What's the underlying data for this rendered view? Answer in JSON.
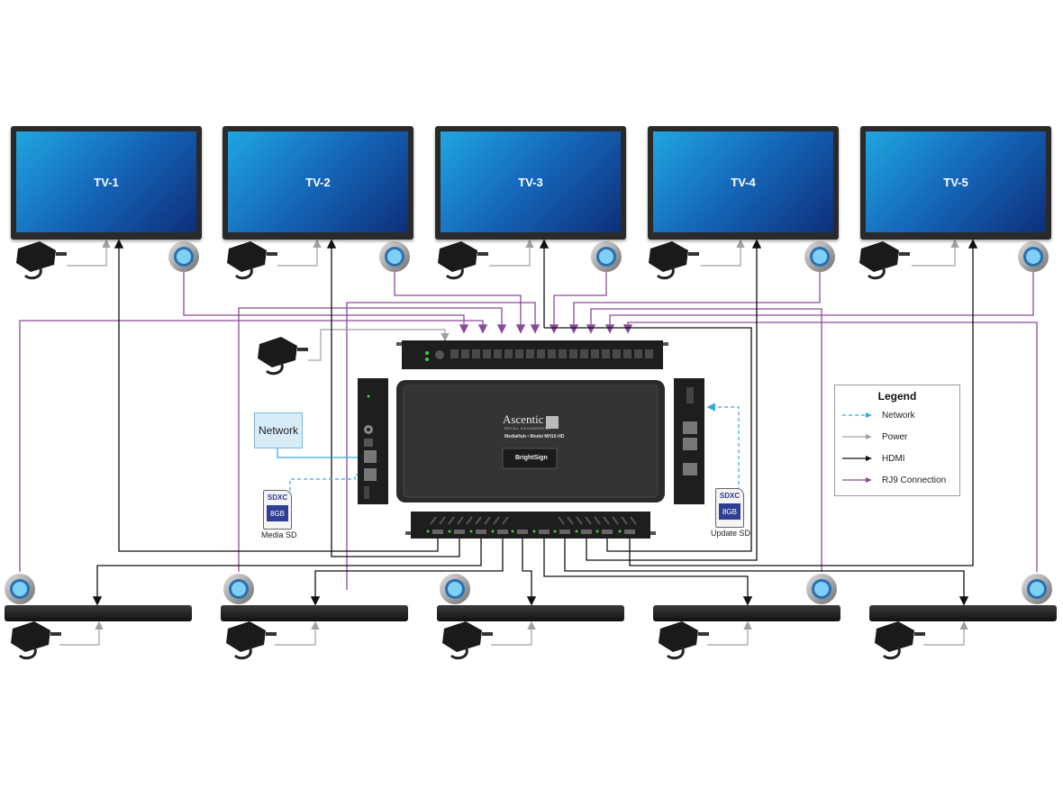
{
  "tvs": [
    {
      "label": "TV-1"
    },
    {
      "label": "TV-2"
    },
    {
      "label": "TV-3"
    },
    {
      "label": "TV-4"
    },
    {
      "label": "TV-5"
    }
  ],
  "network": {
    "label": "Network"
  },
  "media_sd": {
    "type": "SDXC",
    "size": "8GB",
    "caption": "Media SD"
  },
  "update_sd": {
    "type": "SDXC",
    "size": "8GB",
    "caption": "Update SD"
  },
  "device": {
    "brand": "Ascentic",
    "brand_sub": "RETAIL ENGINEERING",
    "model": "MediaHub  •  Model MH10-HD",
    "player": "BrightSign"
  },
  "legend": {
    "title": "Legend",
    "items": [
      {
        "label": "Network",
        "color": "#3aa6e0",
        "dashed": true
      },
      {
        "label": "Power",
        "color": "#a0a0a0",
        "dashed": false
      },
      {
        "label": "HDMI",
        "color": "#111111",
        "dashed": false
      },
      {
        "label": "RJ9 Connection",
        "color": "#8a4a9a",
        "dashed": false
      }
    ]
  },
  "colors": {
    "network": "#3aa6e0",
    "power": "#a0a0a0",
    "hdmi": "#111111",
    "rj9": "#8a4a9a"
  }
}
